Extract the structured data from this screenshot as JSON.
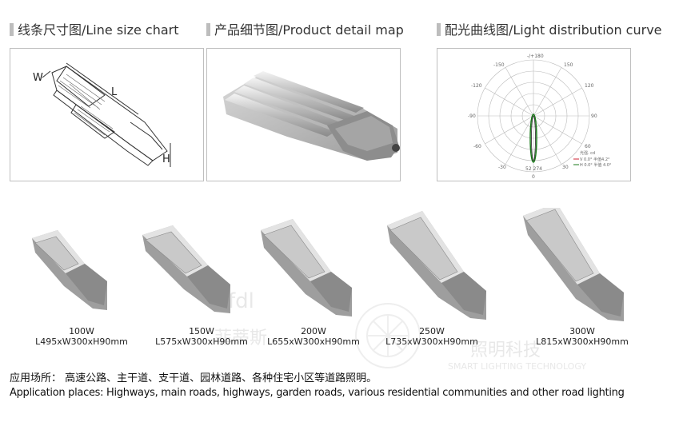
{
  "sections": {
    "line_size": {
      "title": "线条尺寸图/Line size chart",
      "labels": {
        "w": "W",
        "l": "L",
        "h": "H"
      }
    },
    "detail": {
      "title": "产品细节图/Product detail map"
    },
    "curve": {
      "title": "配光曲线图/Light distribution curve",
      "angles": {
        "a180": "-/+180",
        "a150l": "-150",
        "a150r": "150",
        "a120l": "-120",
        "a120r": "120",
        "a90l": "-90",
        "a90r": "90",
        "a60l": "-60",
        "a60r": "60",
        "a30l": "-30",
        "a30r": "30",
        "a0": "0",
        "center": "52 274"
      },
      "legend": {
        "l1": "光强. cd",
        "l2": "V 0.0° 半值4.2°",
        "l3": "H 0.0° 半值 4.0°"
      }
    }
  },
  "products": [
    {
      "power": "100W",
      "dims": "L495xW300xH90mm"
    },
    {
      "power": "150W",
      "dims": "L575xW300xH90mm"
    },
    {
      "power": "200W",
      "dims": "L655xW300xH90mm"
    },
    {
      "power": "250W",
      "dims": "L735xW300xH90mm"
    },
    {
      "power": "300W",
      "dims": "L815xW300xH90mm"
    }
  ],
  "footer": {
    "cn": "应用场所：  高速公路、主干道、支干道、园林道路、各种住宅小区等道路照明。",
    "en": "Application places: Highways, main roads, highways, garden roads, various residential communities and other road lighting"
  },
  "watermark": {
    "logo": "fdl",
    "cn1": "菲蒂斯",
    "cn2": "照明科技",
    "en": "SMART LIGHTING TECHNOLOGY"
  }
}
